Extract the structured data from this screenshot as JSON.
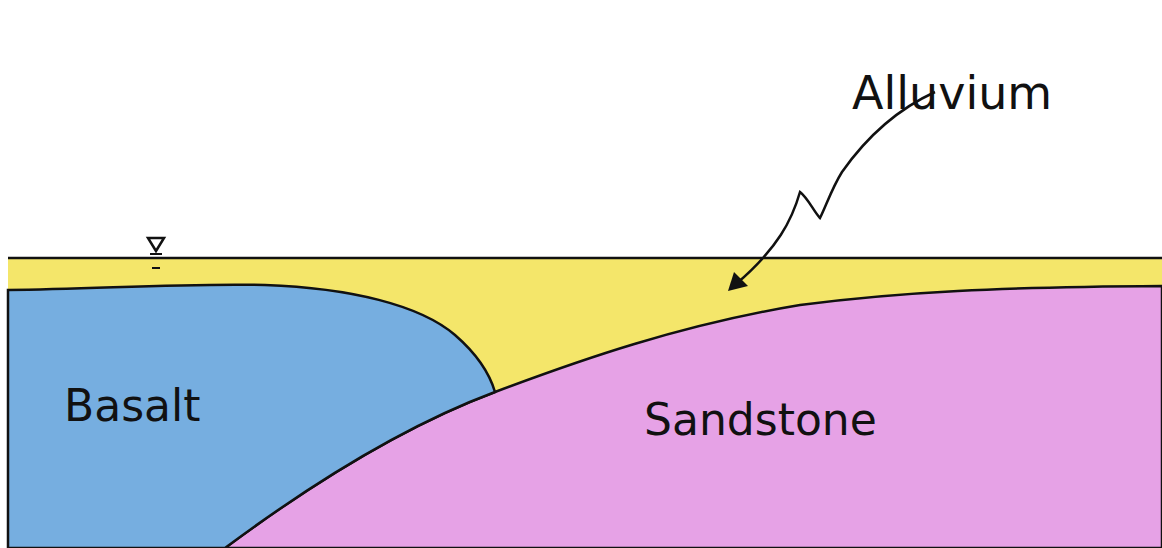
{
  "diagram": {
    "labels": [
      "Alluvium",
      "Basalt",
      "Sandstone"
    ]
  }
}
